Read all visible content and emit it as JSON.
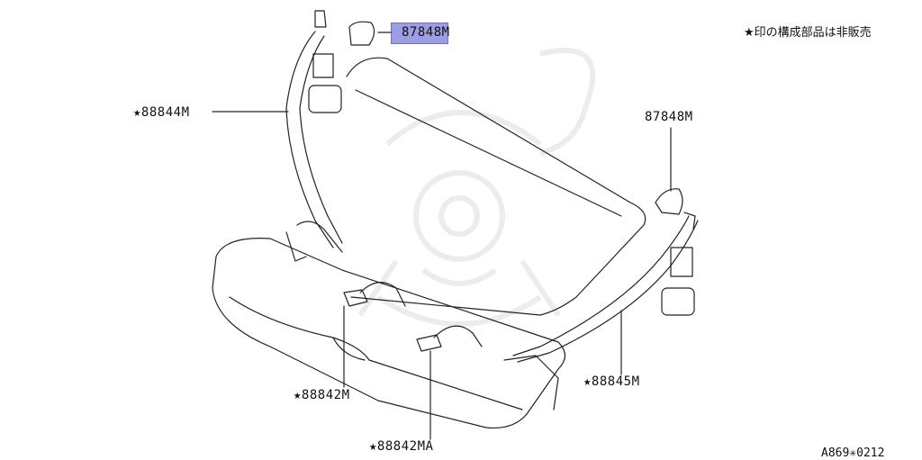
{
  "parts": {
    "belt_retractor_cover_top": "87848M",
    "rear_belt_left": "★88844M",
    "belt_retractor_cover_right": "87848M",
    "rear_belt_right": "★88845M",
    "buckle_center": "★88842M",
    "buckle_center_alt": "★88842MA"
  },
  "note": "★印の構成部品は非販売",
  "figure_code": "A869✳0212",
  "highlight_color": "#8c8ce0"
}
